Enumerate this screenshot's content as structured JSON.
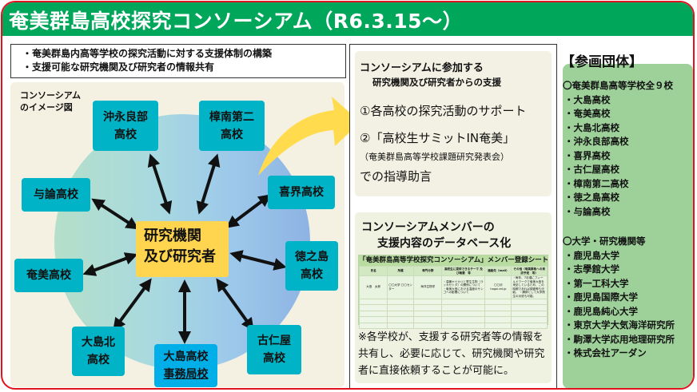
{
  "title": "奄美群島高校探究コンソーシアム（R6.3.15～）",
  "goals": [
    "・奄美群島内高等学校の探究活動に対する支援体制の構築",
    "・支援可能な研究機関及び研究者の情報共有"
  ],
  "diagram": {
    "label_line1": "コンソーシアム",
    "label_line2": "のイメージ図",
    "center_line1": "研究機関",
    "center_line2": "及び研究者",
    "schools": [
      {
        "id": "okinoerabu",
        "line1": "沖永良部",
        "line2": "高校"
      },
      {
        "id": "shonan",
        "line1": "樟南第二",
        "line2": "高校"
      },
      {
        "id": "yoron",
        "line1": "与論高校",
        "line2": ""
      },
      {
        "id": "kikai",
        "line1": "喜界高校",
        "line2": ""
      },
      {
        "id": "amami",
        "line1": "奄美高校",
        "line2": ""
      },
      {
        "id": "tokunoshima",
        "line1": "徳之島",
        "line2": "高校"
      },
      {
        "id": "oshimakita",
        "line1": "大島北",
        "line2": "高校"
      },
      {
        "id": "oshima",
        "line1": "大島高校",
        "line2": "事務局校"
      },
      {
        "id": "koniya",
        "line1": "古仁屋",
        "line2": "高校"
      }
    ],
    "colors": {
      "school_box": "#00b3c6",
      "office_box": "#00aee8",
      "center_box": "#ffd54f",
      "arrow": "#111111",
      "big_arrow": "#ffdb4d"
    }
  },
  "support": {
    "heading_line1": "コンソーシアムに参加する",
    "heading_line2": "研究機関及び研究者からの支援",
    "item1": "①各高校の探究活動のサポート",
    "item2": "②「高校生サミットIN奄美」",
    "item2_sub": "（奄美群島高等学校課題研究発表会）",
    "item2_tail": "での指導助言"
  },
  "database": {
    "heading_line1": "コンソーシアムメンバーの",
    "heading_line2": "支援内容のデータベース化",
    "sheet": {
      "title": "「奄美群島高等学校探究コンソーシアム」メンバー登録シート",
      "columns": [
        "氏名",
        "所属",
        "専門分野",
        "高校生に提供できるテーマ 及び概要　等",
        "連絡先（mail）",
        "その他（奄美群島への来訪予定　等）"
      ],
      "rows": [
        [
          "大島　太郎",
          "〇〇大学 〇〇センター",
          "海洋生物学",
          "・温暖ヤドカリと寄生生物（ラッカセトダ）の関係について ・奄美大島における温度のサンゴへの影響について",
          "〇〇＠ hagoi.ed.jp",
          "・毎年、7月頃にフィールドワークで奄美大島を来訪しているため、この時期であれば調査等も可能。 ・講師として大学院生の派遣も可能。"
        ]
      ],
      "blank_rows": 5
    },
    "note": "※各学校が、支援する研究者等の情報を共有し、必要に応じて、研究機関や研究者に直接依頼することが可能に。"
  },
  "members": {
    "title": "【参画団体】",
    "groups": [
      {
        "heading": "〇奄美群島高等学校全９校",
        "items": [
          "・大島高校",
          "・奄美高校",
          "・大島北高校",
          "・沖永良部高校",
          "・喜界高校",
          "・古仁屋高校",
          "・樟南第二高校",
          "・徳之島高校",
          "・与論高校"
        ]
      },
      {
        "heading": "〇大学・研究機関等",
        "items": [
          "・鹿児島大学",
          "・志學館大学",
          "・第一工科大学",
          "・鹿児島国際大学",
          "・鹿児島純心大学",
          "・東京大学大気海洋研究所",
          "・駒澤大学応用地理研究所",
          "・株式会社アーダン"
        ]
      }
    ],
    "color": "#9ed19a"
  },
  "colors": {
    "title_bar": "#00a65a",
    "frame_border": "#e0141e",
    "diagram_bg": "#f5f1e2"
  }
}
